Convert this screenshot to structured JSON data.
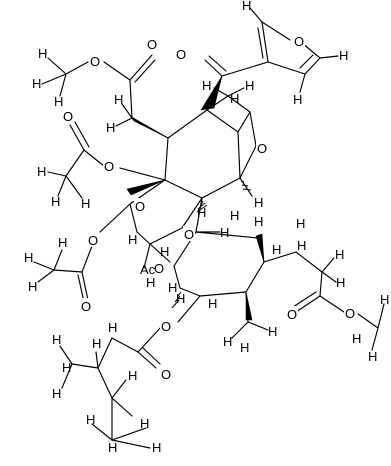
{
  "figure": {
    "kind": "chemical-structure",
    "background": "#ffffff",
    "ink": "#000000"
  },
  "atom_labels": {
    "furan_o": "O",
    "ketone_o": "O",
    "ester_top_carbonyl_o": "O",
    "ester_top_ether_o": "O",
    "acetate1_ring_o": "O",
    "acetate1_carbonyl_o": "O",
    "epoxy_o": "O",
    "ether_o_left": "O",
    "ether_o_center": "O",
    "acetate2_ring_o": "O",
    "acetate2_carbonyl_o": "O",
    "ac_overlap": "Ac",
    "o_overlap": "O",
    "ester_right_carbonyl_o": "O",
    "ester_right_ether_o": "O",
    "isobutyrate_ring_o": "O",
    "isobutyrate_carbonyl_o": "O",
    "hydrogens": [
      "H",
      "H",
      "H",
      "H",
      "H",
      "H",
      "H",
      "H",
      "H",
      "H",
      "H",
      "H",
      "H",
      "H",
      "H",
      "H",
      "H",
      "H",
      "H",
      "H",
      "H",
      "H",
      "H",
      "H",
      "H",
      "H",
      "H",
      "H",
      "H",
      "H",
      "H",
      "H",
      "H",
      "H",
      "H",
      "H",
      "H",
      "H",
      "H",
      "H",
      "H",
      "H",
      "H",
      "H",
      "H",
      "H",
      "H",
      "H",
      "H"
    ]
  }
}
